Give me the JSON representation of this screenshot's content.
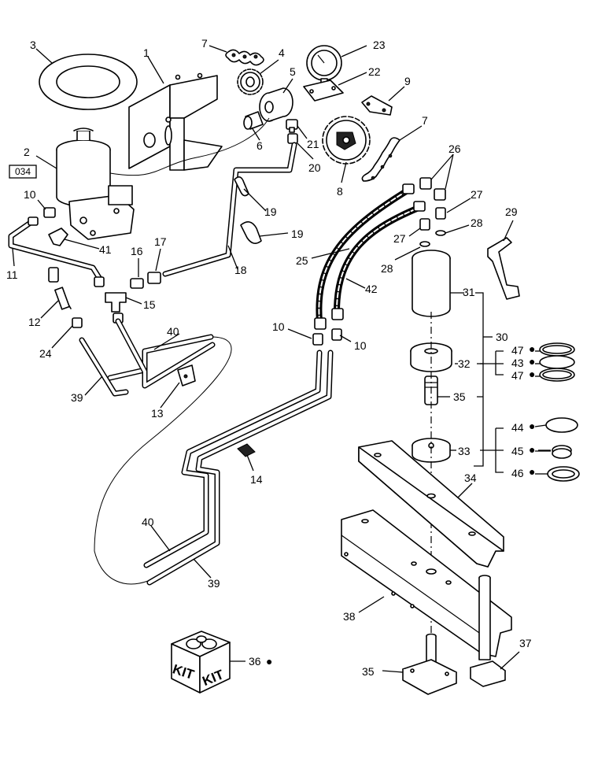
{
  "callouts": {
    "c1": "1",
    "c2": "2",
    "c3": "3",
    "c4": "4",
    "c5": "5",
    "c6": "6",
    "c7a": "7",
    "c7b": "7",
    "c8": "8",
    "c9": "9",
    "c10a": "10",
    "c10b": "10",
    "c10c": "10",
    "c11": "11",
    "c12": "12",
    "c13": "13",
    "c14": "14",
    "c15": "15",
    "c16": "16",
    "c17": "17",
    "c18": "18",
    "c19a": "19",
    "c19b": "19",
    "c20": "20",
    "c21": "21",
    "c22": "22",
    "c23": "23",
    "c24": "24",
    "c25": "25",
    "c26": "26",
    "c27a": "27",
    "c27b": "27",
    "c28a": "28",
    "c28b": "28",
    "c29": "29",
    "c30": "30",
    "c31": "31",
    "c32": "32",
    "c33": "33",
    "c34": "34",
    "c35a": "35",
    "c35b": "35",
    "c36": "36",
    "c37": "37",
    "c38": "38",
    "c39a": "39",
    "c39b": "39",
    "c40a": "40",
    "c40b": "40",
    "c41": "41",
    "c42": "42",
    "c43": "43",
    "c44": "44",
    "c45": "45",
    "c46": "46",
    "c47a": "47",
    "c47b": "47"
  },
  "reference_box": "034",
  "kit_labels": {
    "front": "KIT",
    "side": "KIT"
  },
  "kit_bullet": "●",
  "bullet": "●",
  "colors": {
    "line": "#000000",
    "paper": "#ffffff"
  }
}
